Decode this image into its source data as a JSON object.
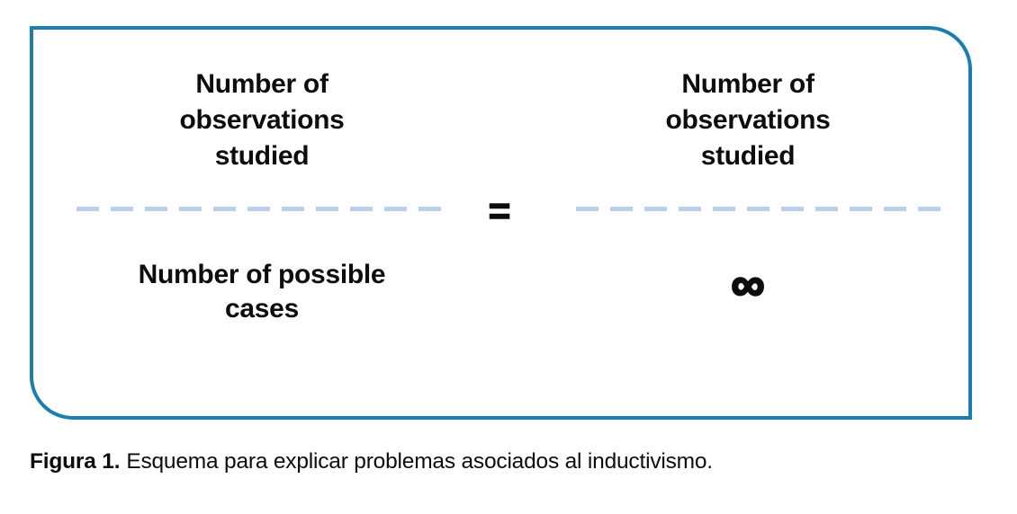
{
  "figure": {
    "left_fraction": {
      "numerator": "Number of\nobservations\nstudied",
      "denominator": "Number of possible\ncases"
    },
    "equals": "=",
    "right_fraction": {
      "numerator": "Number of\nobservations\nstudied",
      "denominator": "∞"
    },
    "colors": {
      "border": "#1a7fad",
      "dash": "#b9cfec",
      "text": "#0d0d0d"
    }
  },
  "caption": {
    "label": "Figura 1.",
    "text": "Esquema para explicar problemas asociados al inductivismo."
  }
}
